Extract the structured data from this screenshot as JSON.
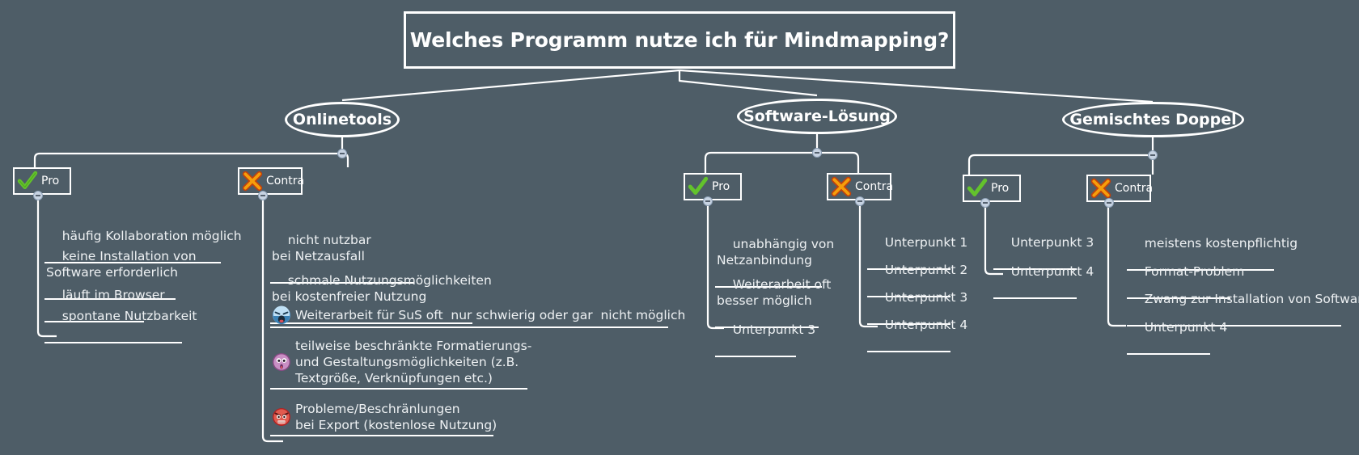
{
  "canvas": {
    "background": "#4e5d67",
    "line_color": "#ffffff",
    "text_color": "#eef1f3"
  },
  "root": {
    "label": "Welches Programm nutze ich für Mindmapping?"
  },
  "branches": [
    {
      "id": "onlinetools",
      "label": "Onlinetools",
      "groups": [
        {
          "id": "onlinetools-pro",
          "label": "Pro",
          "icon": "green-check-icon",
          "icon_color": "#5bbf2b",
          "items": [
            {
              "text": "häufig Kollaboration möglich",
              "icon": null
            },
            {
              "text": "keine Installation von\nSoftware erforderlich",
              "icon": null
            },
            {
              "text": "läuft im Browser",
              "icon": null
            },
            {
              "text": "spontane Nutzbarkeit",
              "icon": null
            }
          ]
        },
        {
          "id": "onlinetools-contra",
          "label": "Contra",
          "icon": "orange-cross-icon",
          "icon_color": "#e8701a",
          "items": [
            {
              "text": "nicht nutzbar\nbei Netzausfall",
              "icon": null
            },
            {
              "text": "schmale Nutzungsmöglichkeiten\nbei kostenfreier Nutzung",
              "icon": null
            },
            {
              "text": "Weiterarbeit für SuS oft  nur schwierig oder gar  nicht möglich",
              "icon": "blue-screaming-face-icon"
            },
            {
              "text": "teilweise beschränkte Formatierungs-\nund Gestaltungsmöglichkeiten (z.B.\nTextgröße, Verknüpfungen etc.)",
              "icon": "purple-astonished-face-icon"
            },
            {
              "text": "Probleme/Beschränlungen\nbei Export (kostenlose Nutzung)",
              "icon": "red-angry-face-icon"
            }
          ]
        }
      ]
    },
    {
      "id": "software-loesung",
      "label": "Software-Lösung",
      "groups": [
        {
          "id": "software-pro",
          "label": "Pro",
          "icon": "green-check-icon",
          "icon_color": "#5bbf2b",
          "items": [
            {
              "text": "unabhängig von\nNetzanbindung",
              "icon": null
            },
            {
              "text": "Weiterarbeit oft\nbesser möglich",
              "icon": null
            },
            {
              "text": "Unterpunkt 3",
              "icon": null
            }
          ]
        },
        {
          "id": "software-contra",
          "label": "Contra",
          "icon": "orange-cross-icon",
          "icon_color": "#e8701a",
          "items": [
            {
              "text": "Unterpunkt 1",
              "icon": null
            },
            {
              "text": "Unterpunkt 2",
              "icon": null
            },
            {
              "text": "Unterpunkt 3",
              "icon": null
            },
            {
              "text": "Unterpunkt 4",
              "icon": null
            }
          ]
        }
      ]
    },
    {
      "id": "gemischtes-doppel",
      "label": "Gemischtes Doppel",
      "groups": [
        {
          "id": "gemischt-pro",
          "label": "Pro",
          "icon": "green-check-icon",
          "icon_color": "#5bbf2b",
          "items": [
            {
              "text": "Unterpunkt 3",
              "icon": null
            },
            {
              "text": "Unterpunkt 4",
              "icon": null
            }
          ]
        },
        {
          "id": "gemischt-contra",
          "label": "Contra",
          "icon": "orange-cross-icon",
          "icon_color": "#e8701a",
          "items": [
            {
              "text": "meistens kostenpflichtig",
              "icon": null
            },
            {
              "text": "Format-Problem",
              "icon": null
            },
            {
              "text": "Zwang zur Installation von Software",
              "icon": null
            },
            {
              "text": "Unterpunkt 4",
              "icon": null
            }
          ]
        }
      ]
    }
  ]
}
